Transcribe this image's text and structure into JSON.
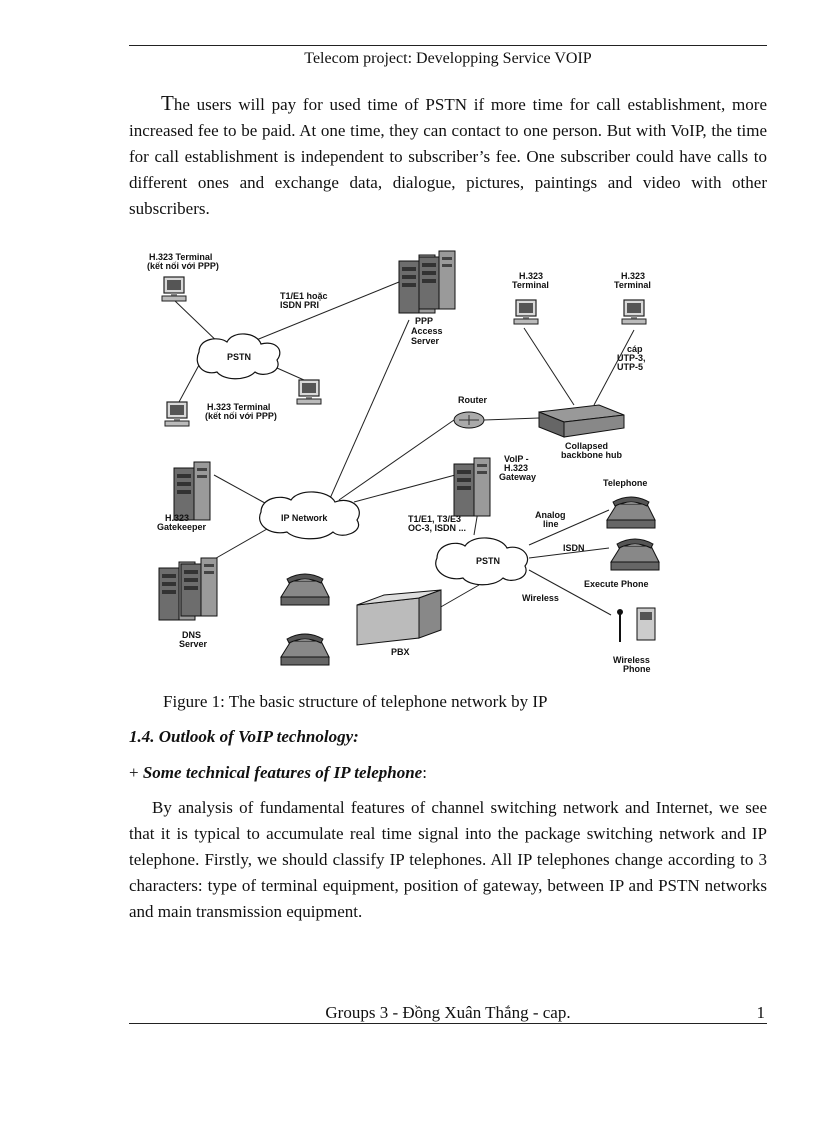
{
  "header": {
    "title": "Telecom project: Developping Service VOIP"
  },
  "intro": {
    "first_letter": "T",
    "rest": "he users will pay for used time of PSTN if more time for call establishment, more increased fee to be paid. At one time, they can contact to one person. But with VoIP, the time for call establishment is independent to subscriber’s fee. One subscriber could have calls to different ones and exchange data, dialogue, pictures, paintings and video with other subscribers."
  },
  "diagram": {
    "labels": {
      "h323_ppp_top_1": "H.323 Terminal",
      "h323_ppp_top_2": "(kết nối với PPP)",
      "t1_1": "T1/E1 hoặc",
      "t1_2": "ISDN PRI",
      "ppp_1": "PPP",
      "ppp_2": "Access",
      "ppp_3": "Server",
      "h323_a_1": "H.323",
      "h323_a_2": "Terminal",
      "h323_b_1": "H.323",
      "h323_b_2": "Terminal",
      "cap_1": "cáp",
      "cap_2": "UTP-3,",
      "cap_3": "UTP-5",
      "pstn_top": "PSTN",
      "h323_ppp_bottom_1": "H.323 Terminal",
      "h323_ppp_bottom_2": "(kết nối với PPP)",
      "router": "Router",
      "hub_1": "Collapsed",
      "hub_2": "backbone hub",
      "voip_1": "VoIP -",
      "voip_2": "H.323",
      "voip_3": "Gateway",
      "telephone": "Telephone",
      "gatekeeper_1": "H.323",
      "gatekeeper_2": "Gatekeeper",
      "ip_network": "IP Network",
      "t1_3_1": "T1/E1, T3/E3",
      "t1_3_2": "OC-3, ISDN ...",
      "analog_1": "Analog",
      "analog_2": "line",
      "isdn": "ISDN",
      "pstn_bottom": "PSTN",
      "execute_phone": "Execute Phone",
      "wireless": "Wireless",
      "dns_1": "DNS",
      "dns_2": "Server",
      "pbx": "PBX",
      "wireless_phone_1": "Wireless",
      "wireless_phone_2": "Phone"
    }
  },
  "caption": "Figure 1: The basic structure of telephone network by IP",
  "section_heading": "1.4. Outlook of VoIP technology:",
  "subheading": {
    "prefix": "+ ",
    "text": "Some technical features of IP telephone",
    "suffix": ":"
  },
  "body": "By analysis of fundamental features of channel switching network and Internet, we see that it is typical to accumulate real time signal into the package switching network and IP telephone. Firstly, we should classify IP telephones. All IP telephones change according to 3 characters: type of terminal equipment, position of gateway, between IP and PSTN networks and main transmission equipment.",
  "footer": {
    "text": "Groups 3 - Đồng Xuân Thắng - cap.",
    "page": "1"
  }
}
